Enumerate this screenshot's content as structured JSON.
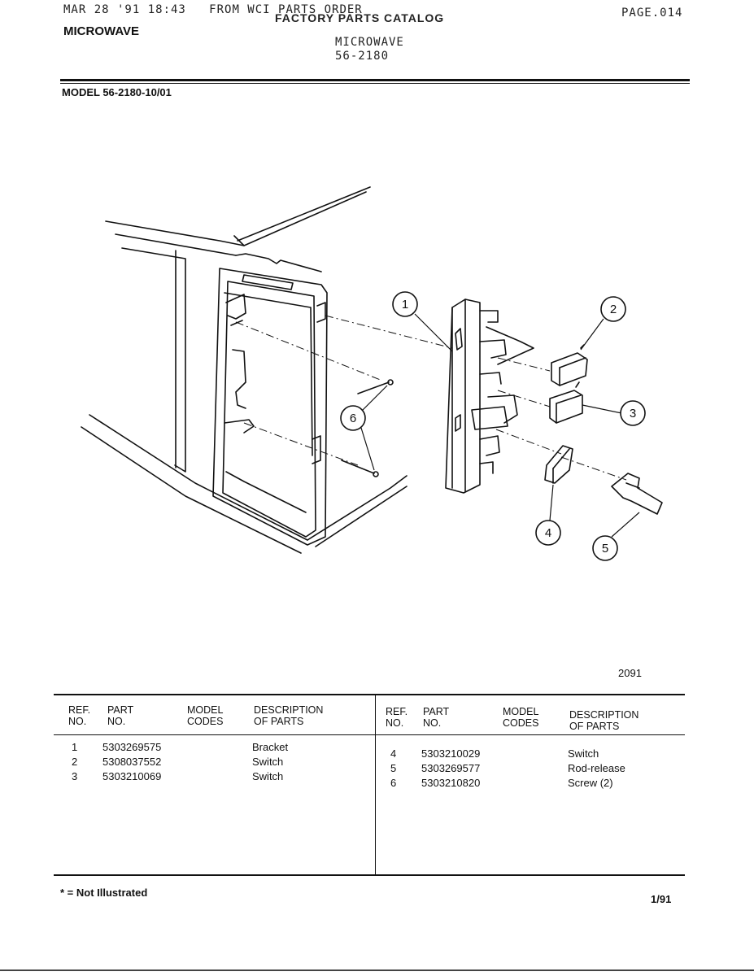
{
  "fax_header": {
    "timestamp": "MAR 28 '91 18:43",
    "sender": "FROM WCI PARTS ORDER",
    "page": "PAGE.014",
    "catalog_title": "FACTORY PARTS CATALOG"
  },
  "header": {
    "section": "MICROWAVE",
    "title_line1": "MICROWAVE",
    "title_line2": "56-2180"
  },
  "model": "MODEL 56-2180-10/01",
  "drawing_number": "2091",
  "callouts": [
    "1",
    "2",
    "3",
    "4",
    "5",
    "6"
  ],
  "parts_table": {
    "columns": {
      "ref": [
        "REF.",
        "NO."
      ],
      "part": [
        "PART",
        "NO."
      ],
      "model_codes": [
        "MODEL",
        "CODES"
      ],
      "description": [
        "DESCRIPTION",
        "OF PARTS"
      ]
    },
    "left_rows": [
      {
        "ref": "1",
        "part": "5303269575",
        "model_codes": "",
        "description": "Bracket"
      },
      {
        "ref": "2",
        "part": "5308037552",
        "model_codes": "",
        "description": "Switch"
      },
      {
        "ref": "3",
        "part": "5303210069",
        "model_codes": "",
        "description": "Switch"
      }
    ],
    "right_rows": [
      {
        "ref": "4",
        "part": "5303210029",
        "model_codes": "",
        "description": "Switch"
      },
      {
        "ref": "5",
        "part": "5303269577",
        "model_codes": "",
        "description": "Rod-release"
      },
      {
        "ref": "6",
        "part": "5303210820",
        "model_codes": "",
        "description": "Screw (2)"
      }
    ]
  },
  "footnote": "* = Not Illustrated",
  "date_code": "1/91"
}
